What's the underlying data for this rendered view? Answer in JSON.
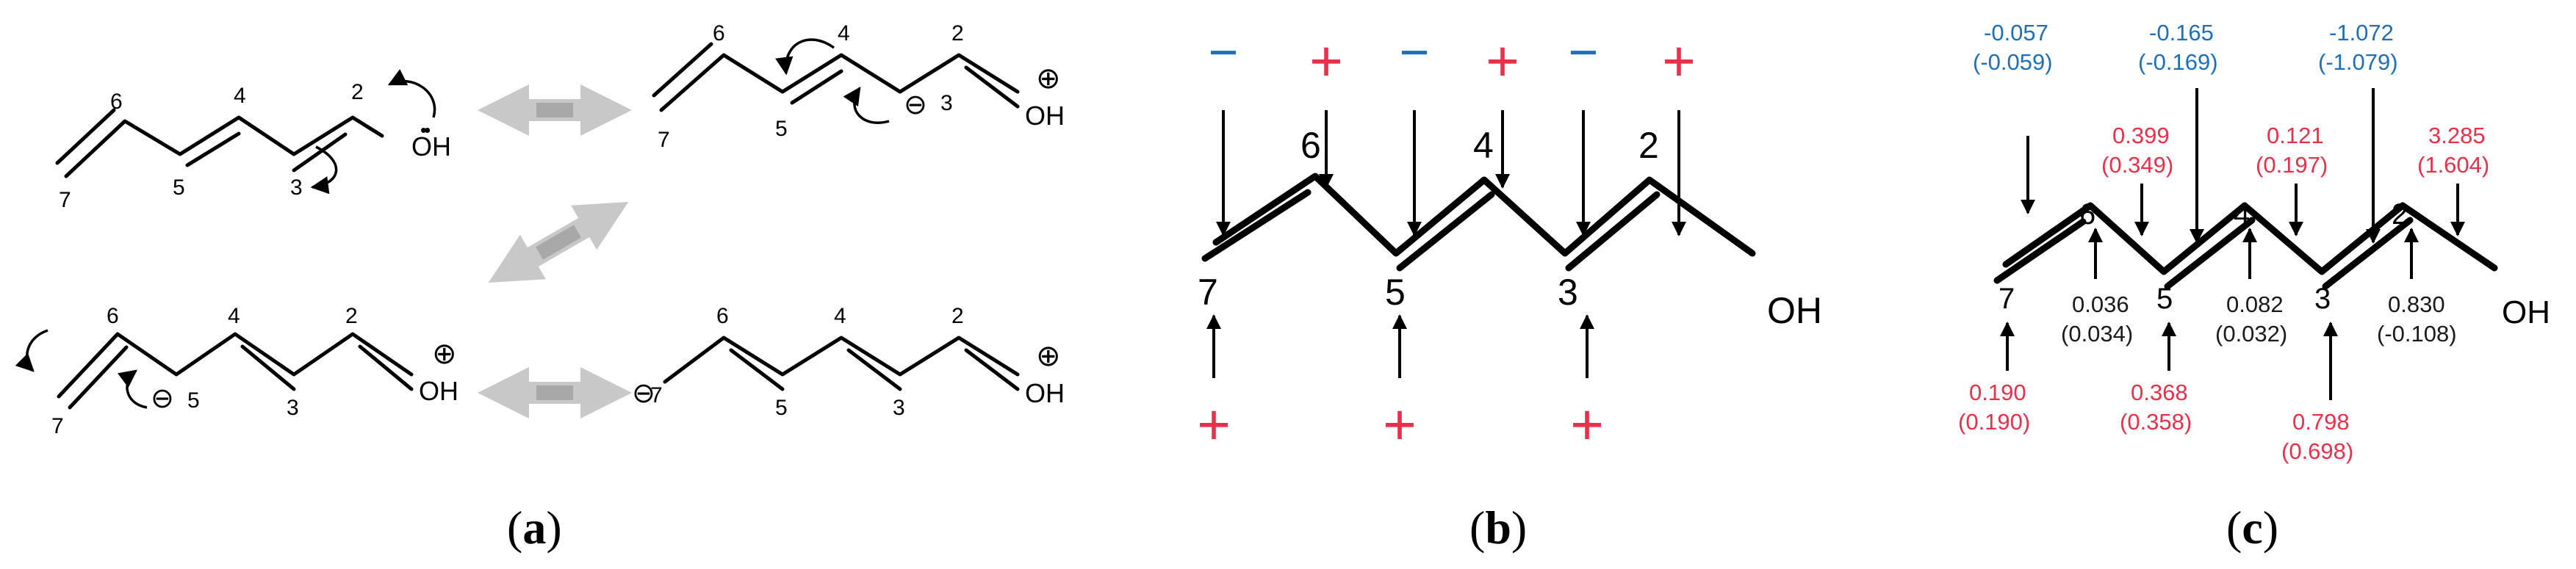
{
  "panel_a": {
    "caption_open": "(",
    "caption_letter": "a",
    "caption_close": ")",
    "atom_numbers": [
      "2",
      "3",
      "4",
      "5",
      "6",
      "7"
    ],
    "hydroxyl": "OH",
    "positive_charge": "⊕",
    "negative_charge": "⊖",
    "lone_pair": "••"
  },
  "panel_b": {
    "caption_open": "(",
    "caption_letter": "b",
    "caption_close": ")",
    "hydroxyl": "OH",
    "atom_numbers": [
      "2",
      "3",
      "4",
      "5",
      "6",
      "7"
    ],
    "top_signs": [
      "−",
      "+",
      "−",
      "+",
      "−",
      "+"
    ],
    "bottom_signs": [
      "+",
      "+",
      "+"
    ],
    "sign_colors": {
      "minus": "#1f6fb8",
      "plus": "#e8304a"
    }
  },
  "panel_c": {
    "caption_open": "(",
    "caption_letter": "c",
    "caption_close": ")",
    "hydroxyl": "OH",
    "atom_numbers": [
      "2",
      "3",
      "4",
      "5",
      "6",
      "7"
    ],
    "top_blue": [
      {
        "v": "-0.057",
        "p": "(-0.059)"
      },
      {
        "v": "-0.165",
        "p": "(-0.169)"
      },
      {
        "v": "-1.072",
        "p": "(-1.079)"
      }
    ],
    "top_red": [
      {
        "v": "0.399",
        "p": "(0.349)"
      },
      {
        "v": "0.121",
        "p": "(0.197)"
      },
      {
        "v": "3.285",
        "p": "(1.604)"
      }
    ],
    "mid_black": [
      {
        "v": "0.036",
        "p": "(0.034)"
      },
      {
        "v": "0.082",
        "p": "(0.032)"
      },
      {
        "v": "0.830",
        "p": "(-0.108)"
      }
    ],
    "bottom_red": [
      {
        "v": "0.190",
        "p": "(0.190)"
      },
      {
        "v": "0.368",
        "p": "(0.358)"
      },
      {
        "v": "0.798",
        "p": "(0.698)"
      }
    ],
    "colors": {
      "blue": "#1f6fb8",
      "red": "#e8304a",
      "black": "#1a1a1a"
    }
  }
}
